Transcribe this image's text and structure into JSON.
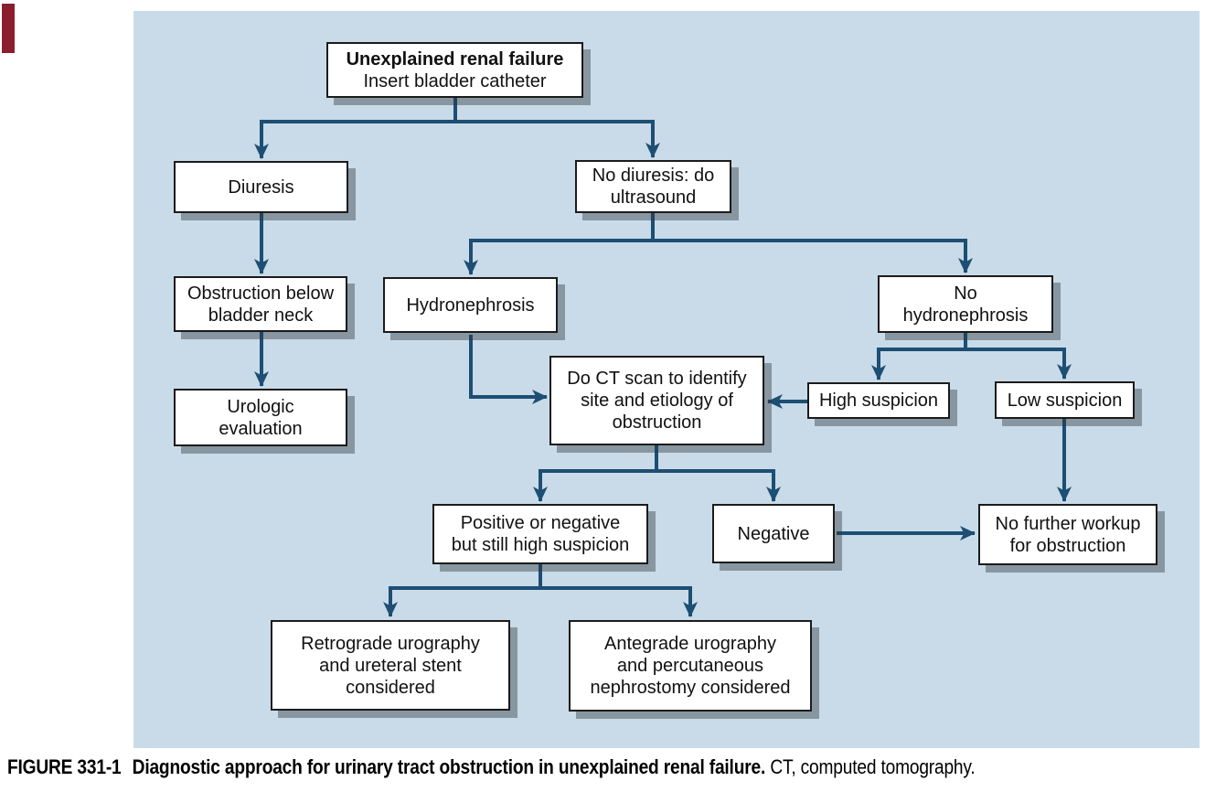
{
  "figure": {
    "caption_label": "FIGURE 331-1",
    "caption_bold": "Diagnostic approach for urinary tract obstruction in unexplained renal failure.",
    "caption_normal": "CT, computed tomography."
  },
  "colors": {
    "panel_background": "#c9dbe8",
    "arrow": "#1d4e74",
    "box_border": "#1b1b1b",
    "box_fill": "#ffffff",
    "box_shadow_gray": "#929da4",
    "page_edge_tab": "#8a1e2d",
    "text": "#111111"
  },
  "flowchart": {
    "nodes": {
      "unexplained": {
        "lines": [
          "Unexplained renal failure",
          "Insert bladder catheter"
        ],
        "first_line_bold": true
      },
      "diuresis": {
        "lines": [
          "Diuresis"
        ]
      },
      "no_diuresis": {
        "lines": [
          "No diuresis: do",
          "ultrasound"
        ]
      },
      "obstruction_below": {
        "lines": [
          "Obstruction below",
          "bladder neck"
        ]
      },
      "urologic": {
        "lines": [
          "Urologic",
          "evaluation"
        ]
      },
      "hydronephrosis": {
        "lines": [
          "Hydronephrosis"
        ]
      },
      "no_hydronephrosis": {
        "lines": [
          "No",
          "hydronephrosis"
        ]
      },
      "ct_scan": {
        "lines": [
          "Do CT scan to identify",
          "site and etiology of",
          "obstruction"
        ]
      },
      "high_suspicion": {
        "lines": [
          "High suspicion"
        ]
      },
      "low_suspicion": {
        "lines": [
          "Low suspicion"
        ]
      },
      "positive_or_negative": {
        "lines": [
          "Positive or negative",
          "but still high suspicion"
        ]
      },
      "negative": {
        "lines": [
          "Negative"
        ]
      },
      "no_further_workup": {
        "lines": [
          "No further workup",
          "for obstruction"
        ]
      },
      "retrograde": {
        "lines": [
          "Retrograde urography",
          "and ureteral stent",
          "considered"
        ]
      },
      "antegrade": {
        "lines": [
          "Antegrade urography",
          "and percutaneous",
          "nephrostomy considered"
        ]
      }
    },
    "edges": [
      "unexplained -> diuresis",
      "unexplained -> no_diuresis",
      "diuresis -> obstruction_below",
      "obstruction_below -> urologic",
      "no_diuresis -> hydronephrosis",
      "no_diuresis -> no_hydronephrosis",
      "hydronephrosis -> ct_scan",
      "no_hydronephrosis -> high_suspicion",
      "no_hydronephrosis -> low_suspicion",
      "high_suspicion -> ct_scan",
      "low_suspicion -> no_further_workup",
      "ct_scan -> positive_or_negative",
      "ct_scan -> negative",
      "negative -> no_further_workup",
      "positive_or_negative -> retrograde",
      "positive_or_negative -> antegrade"
    ]
  }
}
